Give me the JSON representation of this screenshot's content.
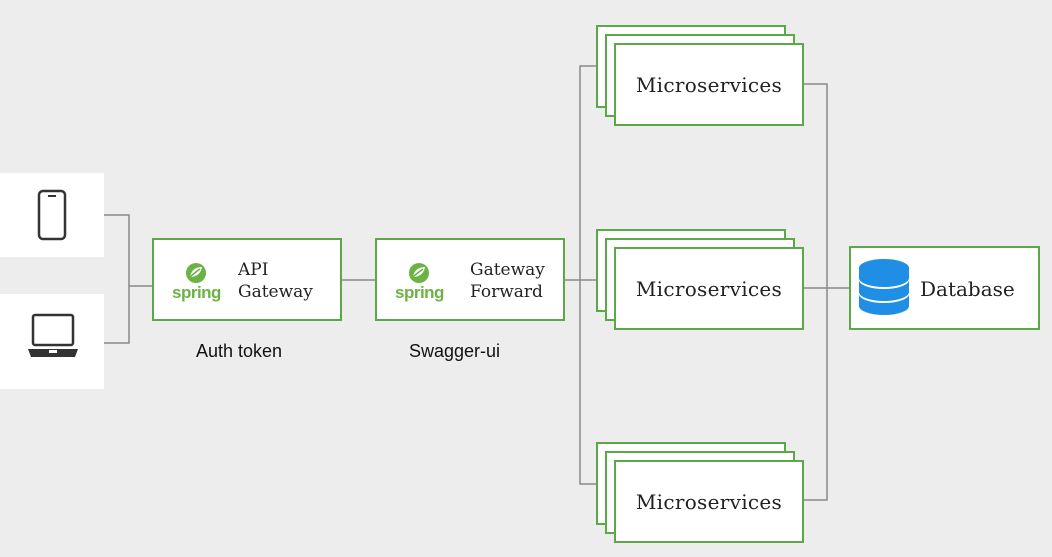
{
  "colors": {
    "accent": "#5aa846",
    "spring_green": "#6ab344",
    "connector": "#8a8a8a",
    "db_blue": "#1f8fe6",
    "background": "#ededed"
  },
  "clients": [
    {
      "icon": "smartphone-icon"
    },
    {
      "icon": "laptop-icon"
    }
  ],
  "api_gateway": {
    "logo_text": "spring",
    "line1": "API",
    "line2": "Gateway",
    "caption": "Auth token"
  },
  "gateway_forward": {
    "logo_text": "spring",
    "line1": "Gateway",
    "line2": "Forward",
    "caption": "Swagger-ui"
  },
  "microservices": [
    {
      "label": "Microservices"
    },
    {
      "label": "Microservices"
    },
    {
      "label": "Microservices"
    }
  ],
  "database": {
    "label": "Database",
    "icon": "database-icon"
  }
}
